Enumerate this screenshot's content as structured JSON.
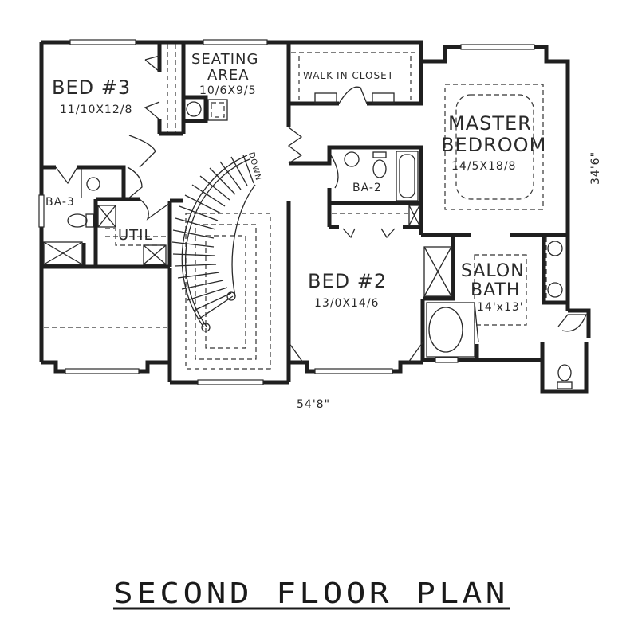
{
  "plan": {
    "title": "SECOND FLOOR PLAN",
    "overall_width": "54'8\"",
    "overall_depth": "34'6\"",
    "rooms": [
      {
        "id": "bed3",
        "name": "BED #3",
        "size": "11/10X12/8"
      },
      {
        "id": "seating",
        "name_line1": "SEATING",
        "name_line2": "AREA",
        "size": "10/6X9/5"
      },
      {
        "id": "walkin",
        "name": "WALK-IN CLOSET"
      },
      {
        "id": "master",
        "name_line1": "MASTER",
        "name_line2": "BEDROOM",
        "size": "14/5X18/8"
      },
      {
        "id": "ba2",
        "name": "BA-2"
      },
      {
        "id": "ba3",
        "name": "BA-3"
      },
      {
        "id": "util",
        "name": "UTIL"
      },
      {
        "id": "bed2",
        "name": "BED #2",
        "size": "13/0X14/6"
      },
      {
        "id": "salon",
        "name_line1": "SALON",
        "name_line2": "BATH",
        "size": "14'x13'"
      }
    ],
    "stair_label": "DOWN"
  }
}
